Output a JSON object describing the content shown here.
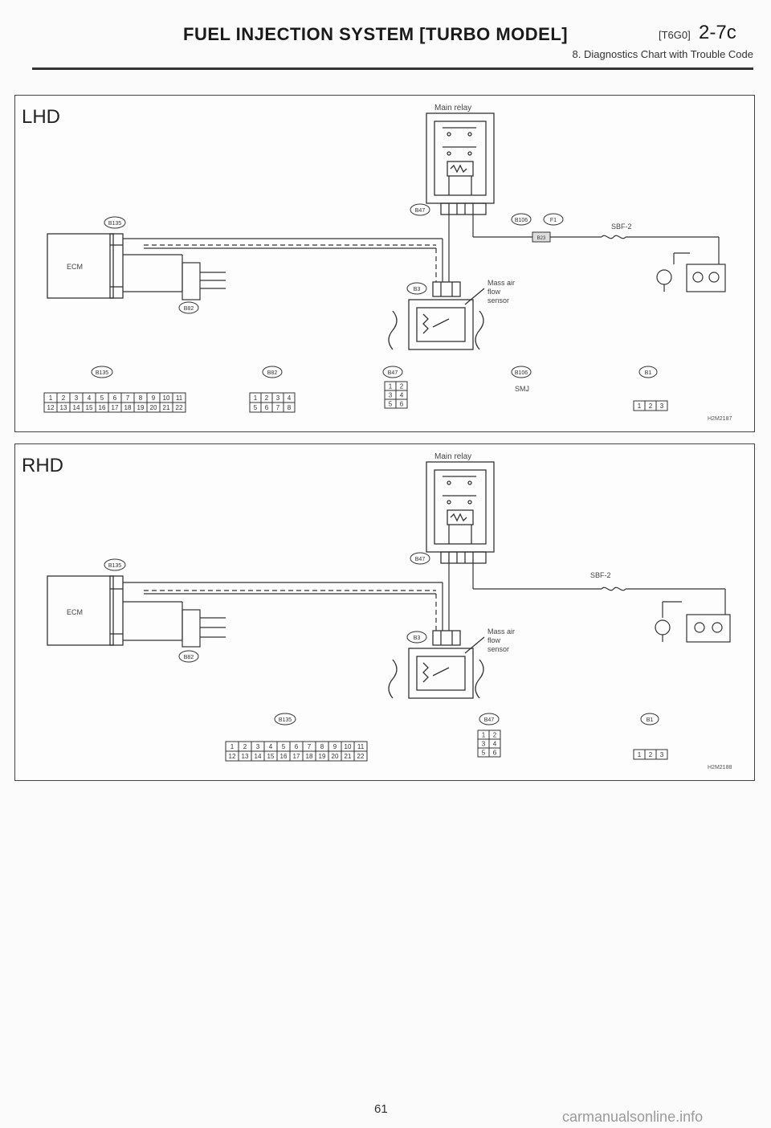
{
  "header": {
    "title": "FUEL INJECTION SYSTEM [TURBO MODEL]",
    "code": "[T6G0]",
    "section": "2-7c",
    "subtitle": "8. Diagnostics Chart with Trouble Code"
  },
  "lhd": {
    "label": "LHD",
    "main_relay": "Main relay",
    "ecm": "ECM",
    "maf": [
      "Mass air",
      "flow",
      "sensor"
    ],
    "fuse": "SBF-2",
    "smj": "SMJ",
    "figure_id": "H2M2187",
    "connectors": {
      "b135": "B135",
      "b82": "B82",
      "b47": "B47",
      "b106": "B106",
      "b1": "B1",
      "b3": "B3",
      "f1": "F1",
      "b23": "B23"
    }
  },
  "rhd": {
    "label": "RHD",
    "main_relay": "Main relay",
    "ecm": "ECM",
    "maf": [
      "Mass air",
      "flow",
      "sensor"
    ],
    "fuse": "SBF-2",
    "figure_id": "H2M2188",
    "connectors": {
      "b135": "B135",
      "b82": "B82",
      "b47": "B47",
      "b1": "B1",
      "b3": "B3"
    }
  },
  "pin_tables": {
    "ecm_row1": [
      "1",
      "2",
      "3",
      "4",
      "5",
      "6",
      "7",
      "8",
      "9",
      "10",
      "11"
    ],
    "ecm_row2": [
      "12",
      "13",
      "14",
      "15",
      "16",
      "17",
      "18",
      "19",
      "20",
      "21",
      "22"
    ],
    "b82_row1": [
      "1",
      "2",
      "3",
      "4"
    ],
    "b82_row2": [
      "5",
      "6",
      "7",
      "8"
    ],
    "b47_rows": [
      [
        "1",
        "2"
      ],
      [
        "3",
        "4"
      ],
      [
        "5",
        "6"
      ]
    ],
    "b3_row": [
      "1",
      "2",
      "3"
    ]
  },
  "page_number": "61",
  "watermark": "carmanualsonline.info"
}
